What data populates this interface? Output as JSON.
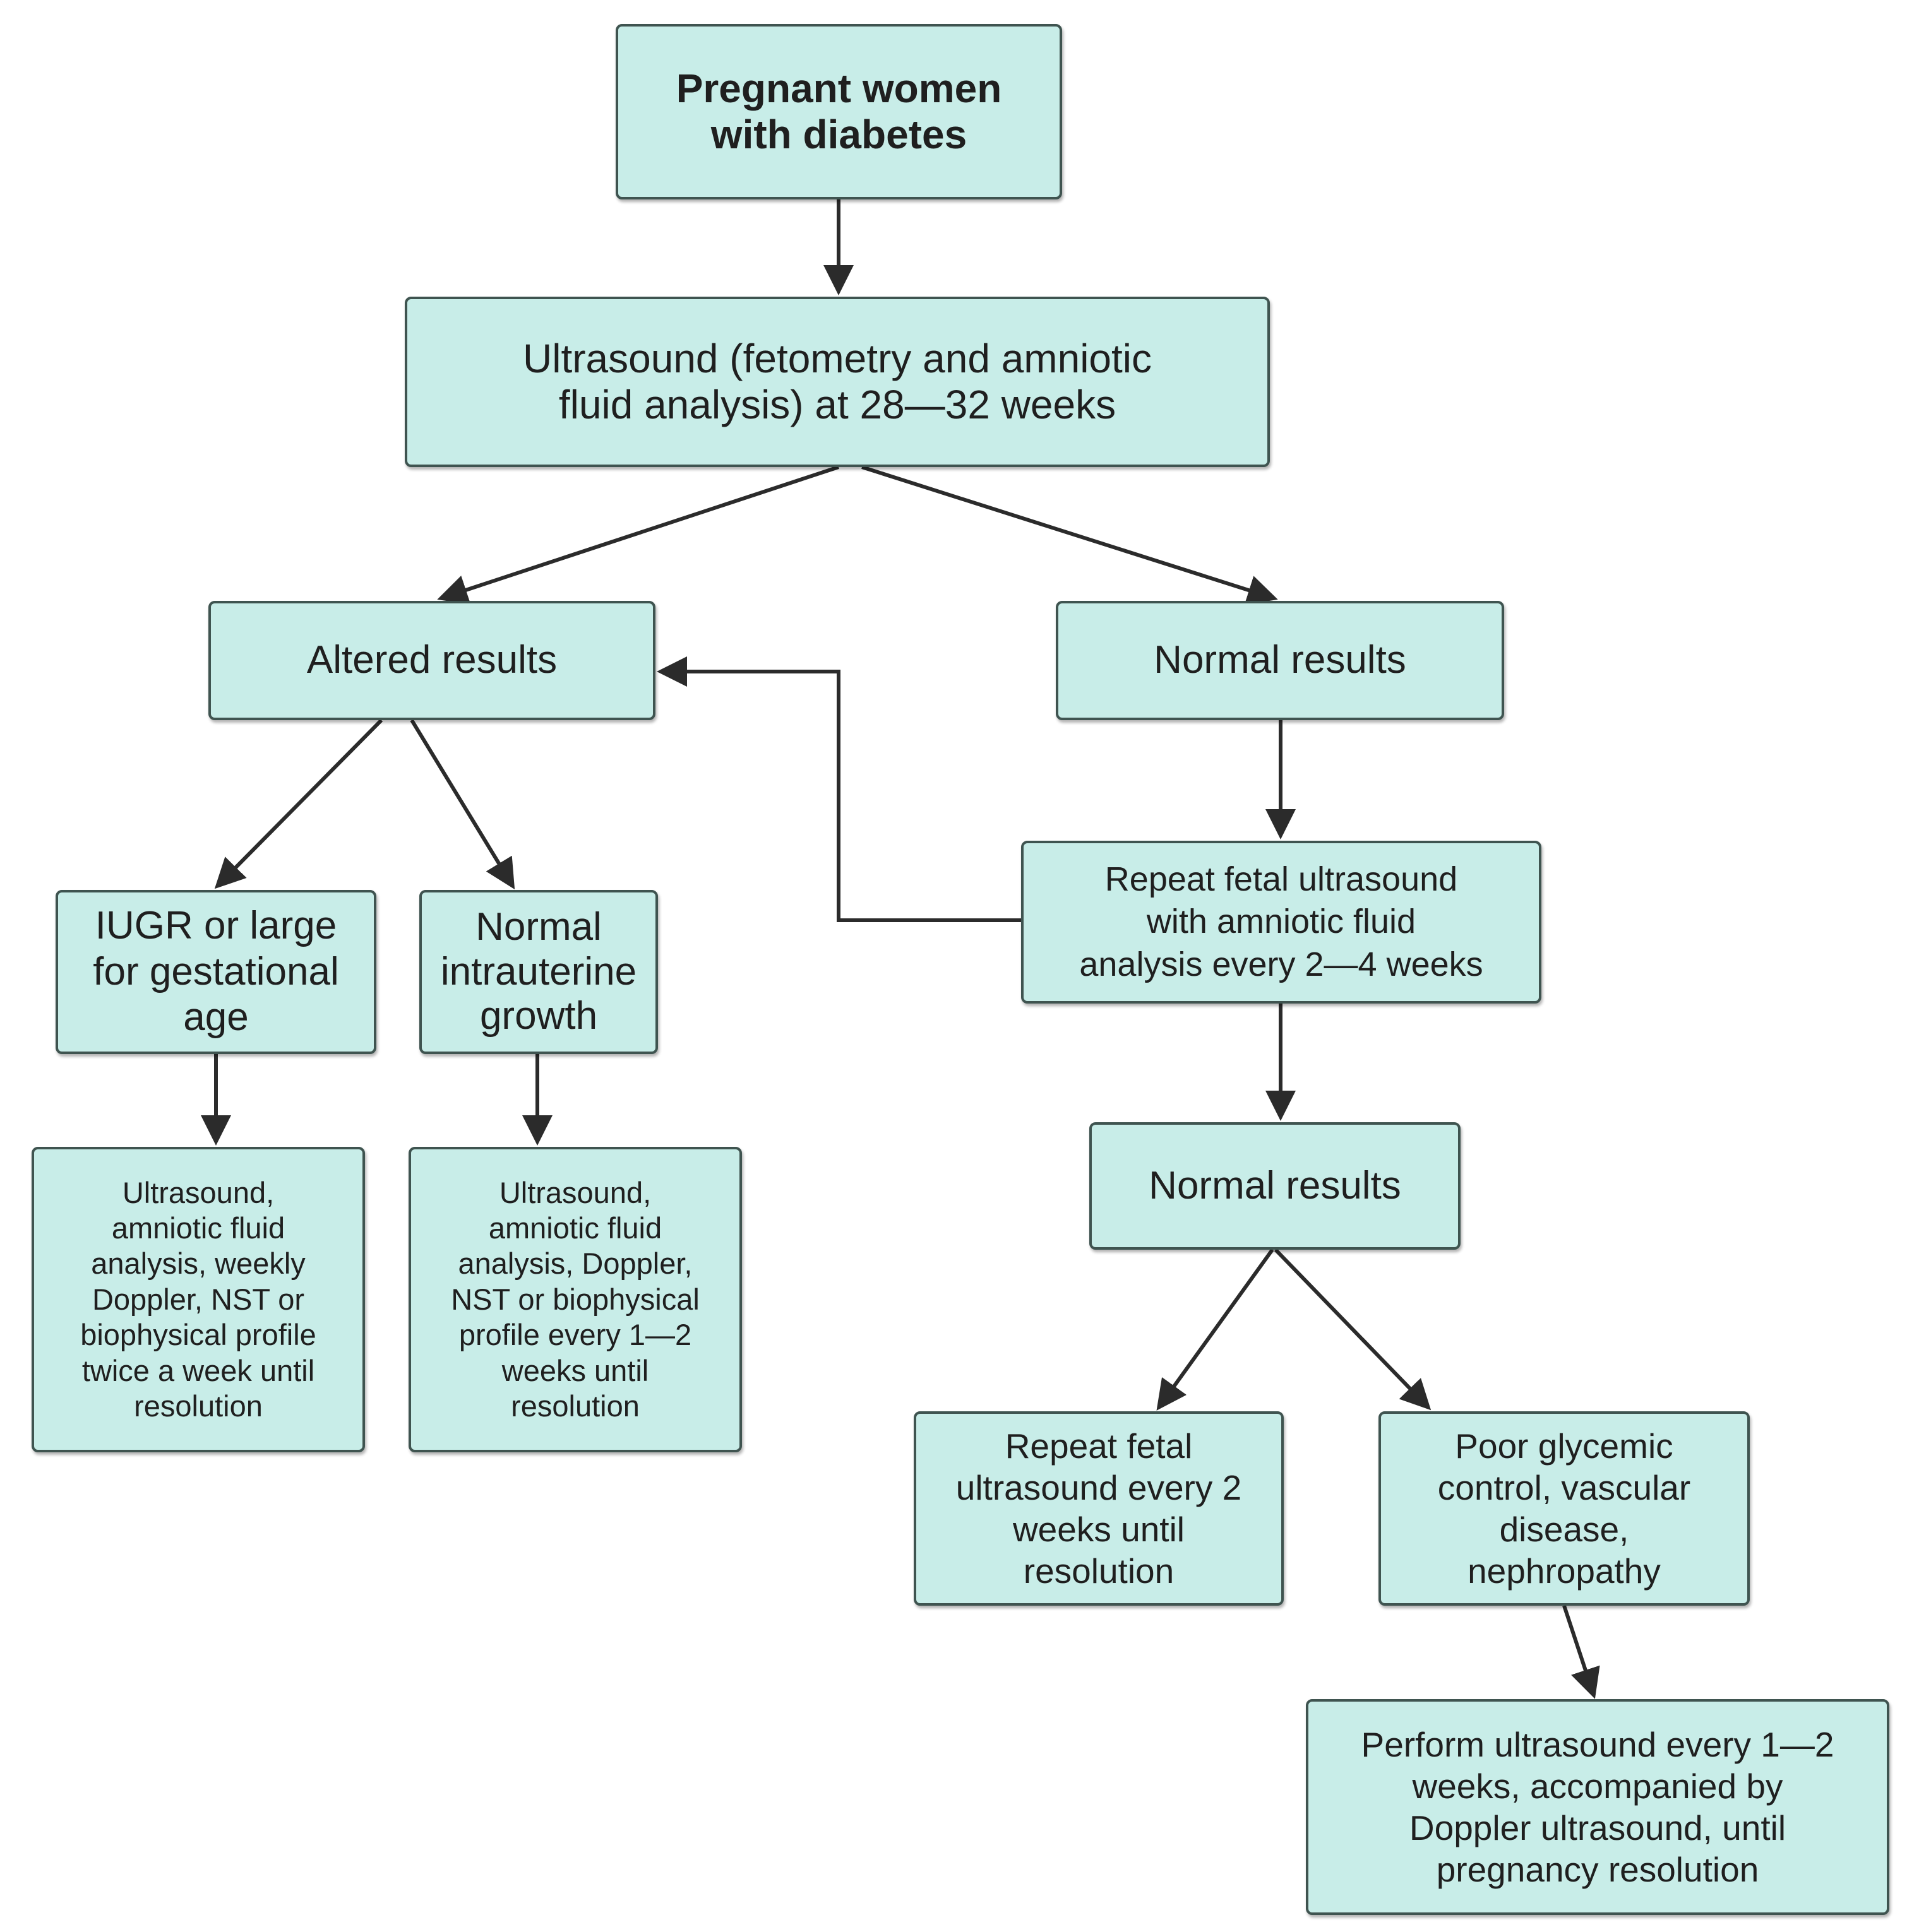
{
  "diagram": {
    "nodes": {
      "start": "Pregnant women\nwith diabetes",
      "ultrasound": "Ultrasound (fetometry and amniotic\nfluid analysis) at 28—32 weeks",
      "altered": "Altered results",
      "normal_first": "Normal results",
      "iugr": "IUGR or large\nfor gestational\nage",
      "normal_growth": "Normal\nintrauterine\ngrowth",
      "repeat_us": "Repeat fetal ultrasound\nwith amniotic fluid\nanalysis every 2—4 weeks",
      "followup_iugr": "Ultrasound,\namniotic fluid\nanalysis, weekly\nDoppler, NST or\nbiophysical profile\ntwice a week until\nresolution",
      "followup_normal_growth": "Ultrasound,\namniotic fluid\nanalysis, Doppler,\nNST or biophysical\nprofile every 1—2\nweeks until\nresolution",
      "normal_second": "Normal results",
      "repeat_every2": "Repeat fetal\nultrasound every 2\nweeks until\nresolution",
      "poor_control": "Poor glycemic\ncontrol, vascular\ndisease,\nnephropathy",
      "perform_us": "Perform ultrasound every 1—2\nweeks, accompanied by\nDoppler ultrasound, until\npregnancy resolution"
    },
    "edges": [
      [
        "start",
        "ultrasound"
      ],
      [
        "ultrasound",
        "altered"
      ],
      [
        "ultrasound",
        "normal_first"
      ],
      [
        "altered",
        "iugr"
      ],
      [
        "altered",
        "normal_growth"
      ],
      [
        "normal_first",
        "repeat_us"
      ],
      [
        "repeat_us",
        "altered"
      ],
      [
        "iugr",
        "followup_iugr"
      ],
      [
        "normal_growth",
        "followup_normal_growth"
      ],
      [
        "repeat_us",
        "normal_second"
      ],
      [
        "normal_second",
        "repeat_every2"
      ],
      [
        "normal_second",
        "poor_control"
      ],
      [
        "poor_control",
        "perform_us"
      ]
    ]
  },
  "colors": {
    "node_fill": "#c8ede8",
    "node_border": "#3f5450",
    "arrow": "#2b2b2b"
  }
}
